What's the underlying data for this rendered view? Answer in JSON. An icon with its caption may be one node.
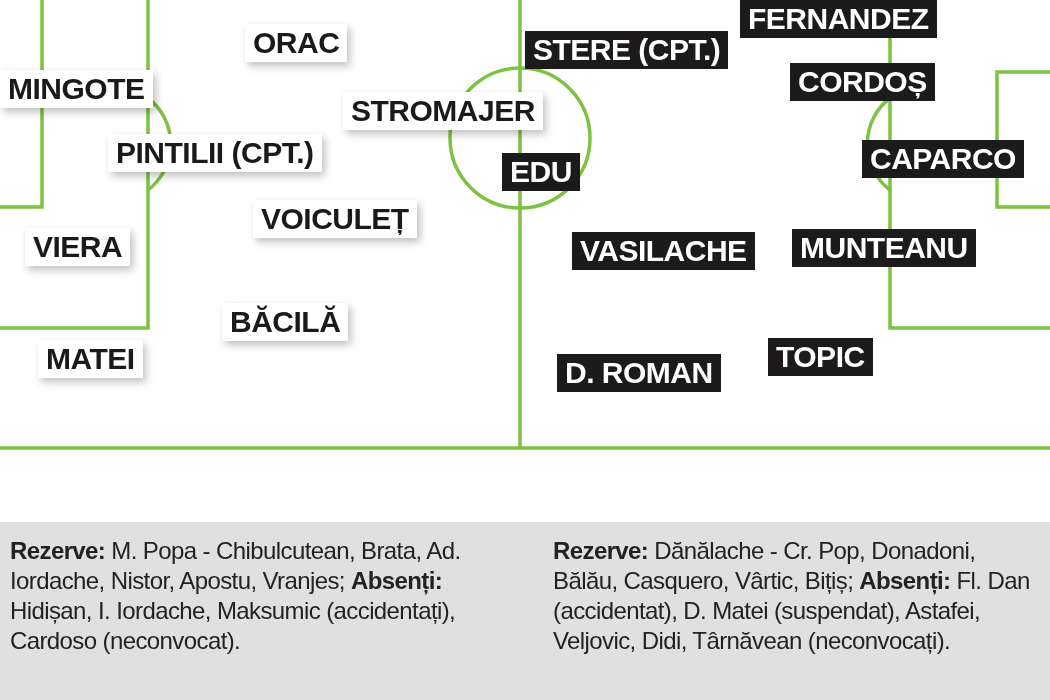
{
  "diagram": {
    "labels": [
      "FERNANDEZ",
      "ORAC",
      "STERE (CPT.)",
      "CORDOȘ",
      "MINGOTE",
      "STROMAJER",
      "PINTILII (CPT.)",
      "EDU",
      "CAPARCO",
      "VOICULEȚ",
      "VIERA",
      "VASILACHE",
      "MUNTEANU",
      "BĂCILĂ",
      "TOPIC",
      "MATEI",
      "D. ROMAN",
      "**Rezerve:** M. Popa - Chibulcutean, Brata, Ad. Iordache, Nistor, Apostu, Vranjes; **Absenți:** Hidișan, I. Iordache, Maksumic (accidentați), Cardoso (neconvocat).",
      "**Rezerve:** Dănălache - Cr. Pop, Donadoni, Bălău, Casquero, Vârtic, Bițiș; **Absenți:** Fl. Dan (accidentat), D. Matei (suspendat), Astafei, Veljovic, Didi, Târnăvean (neconvocați)."
    ]
  }
}
